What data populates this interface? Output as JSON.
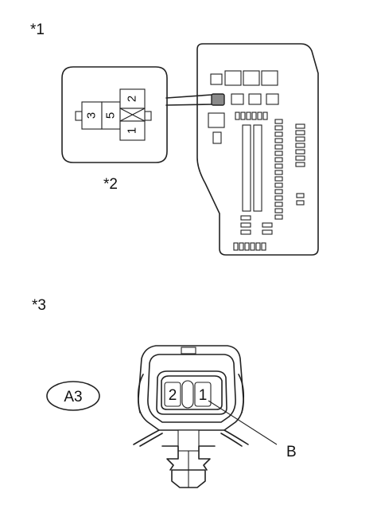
{
  "labels": {
    "ref1": "*1",
    "ref2": "*2",
    "ref3": "*3",
    "connector_code": "A3",
    "callout": "B"
  },
  "detail_connector_pins": [
    "3",
    "5",
    "2",
    "1"
  ],
  "front_view_pins": [
    "2",
    "1"
  ],
  "colors": {
    "line": "#222222",
    "highlighted_block": "#8a8a8a",
    "background": "#ffffff"
  }
}
